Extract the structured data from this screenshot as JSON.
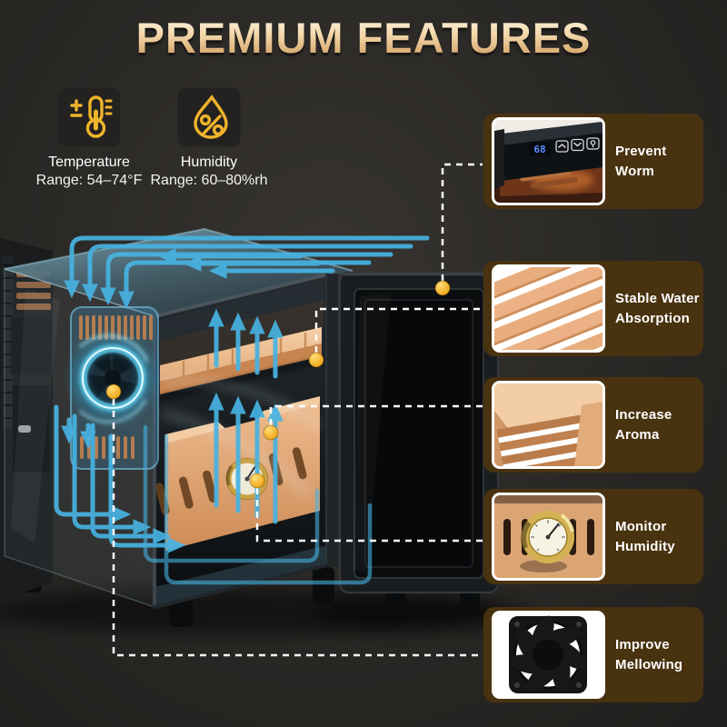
{
  "title": "PREMIUM FEATURES",
  "specs": [
    {
      "icon": "thermometer-icon",
      "label": "Temperature",
      "range": "Range: 54–74°F"
    },
    {
      "icon": "droplet-percent-icon",
      "label": "Humidity",
      "range": "Range: 60–80%rh"
    }
  ],
  "features": [
    {
      "line1": "Prevent",
      "line2": "Worm",
      "thumb": "control-panel-photo"
    },
    {
      "line1": "Stable Water",
      "line2": "Absorption",
      "thumb": "cedar-slats-photo"
    },
    {
      "line1": "Increase",
      "line2": "Aroma",
      "thumb": "cedar-drawer-photo"
    },
    {
      "line1": "Monitor",
      "line2": "Humidity",
      "thumb": "hygrometer-photo"
    },
    {
      "line1": "Improve",
      "line2": "Mellowing",
      "thumb": "cooling-fan-photo"
    }
  ],
  "panel": {
    "display_value": "68"
  },
  "icons": {
    "panel_buttons": [
      "up-arrow-button",
      "down-arrow-button",
      "light-button"
    ],
    "callout_markers": "amber-dot"
  },
  "colors": {
    "accent_gold": "#f0b42c",
    "card_brown": "#48320f",
    "arrow_blue": "#47b3e2",
    "dot_amber": "#efa313",
    "title_gold_top": "#fff6e4",
    "title_gold_bottom": "#cf9a5e",
    "led_blue": "#5d8cff"
  }
}
